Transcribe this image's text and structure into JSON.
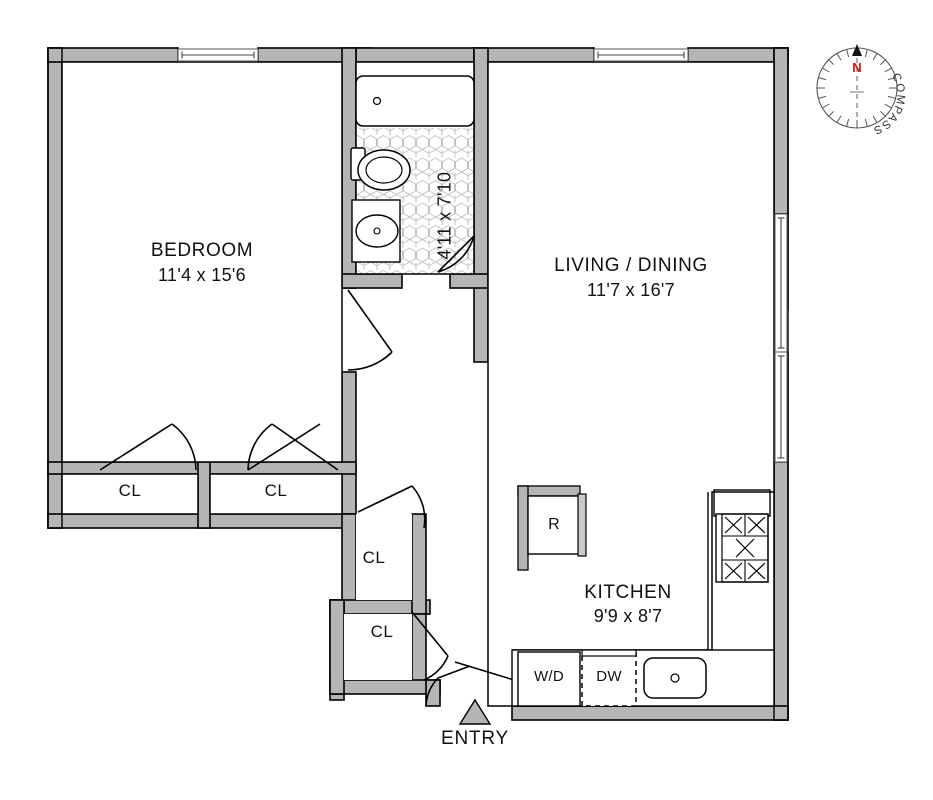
{
  "document": {
    "type": "apartment-floor-plan",
    "title": "Apartment Floor Plan",
    "background_color": "#ffffff",
    "wall_fill": "#b5b5b5",
    "wall_stroke": "#000000",
    "tile_color": "#c9c9c9"
  },
  "rooms": [
    {
      "id": "bedroom",
      "name": "BEDROOM",
      "dimensions": "11'4 x 15'6",
      "orientation": "horizontal"
    },
    {
      "id": "living_dining",
      "name": "LIVING / DINING",
      "dimensions": "11'7 x 16'7",
      "orientation": "horizontal"
    },
    {
      "id": "kitchen",
      "name": "KITCHEN",
      "dimensions": "9'9 x 8'7",
      "orientation": "horizontal"
    },
    {
      "id": "bathroom",
      "name": "",
      "dimensions": "4'11 x 7'10",
      "orientation": "vertical"
    }
  ],
  "closets": [
    {
      "id": "closet-1",
      "label": "CL"
    },
    {
      "id": "closet-2",
      "label": "CL"
    },
    {
      "id": "closet-3",
      "label": "CL"
    },
    {
      "id": "closet-4",
      "label": "CL"
    }
  ],
  "appliances": [
    {
      "id": "refrigerator",
      "label": "R"
    },
    {
      "id": "washer-dryer",
      "label": "W/D"
    },
    {
      "id": "dishwasher",
      "label": "DW"
    },
    {
      "id": "range",
      "label": ""
    },
    {
      "id": "kitchen-sink",
      "label": ""
    }
  ],
  "fixtures": [
    {
      "id": "bathtub",
      "label": ""
    },
    {
      "id": "toilet",
      "label": ""
    },
    {
      "id": "bathroom-sink",
      "label": ""
    }
  ],
  "entry": {
    "label": "ENTRY",
    "marker": "triangle-icon"
  },
  "compass": {
    "north_label": "N",
    "north_color": "#cc1111",
    "ring_label": "COMPASS",
    "needle": "north-arrow-icon"
  }
}
